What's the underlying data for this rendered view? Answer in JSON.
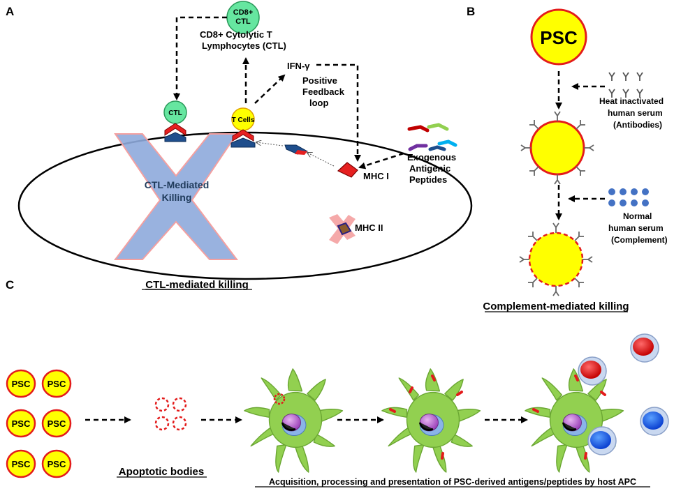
{
  "panels": {
    "a": "A",
    "b": "B",
    "c": "C"
  },
  "panel_a": {
    "cd8_cell": [
      "CD8+",
      "CTL"
    ],
    "cd8_caption": [
      "CD8+ Cytolytic T",
      "Lymphocytes (CTL)"
    ],
    "ctl_cell": "CTL",
    "tcell_cell": "T Cells",
    "ifn": "IFN-γ",
    "feedback": [
      "Positive",
      "Feedback",
      "loop"
    ],
    "exogenous": [
      "Exogenous",
      "Antigenic",
      "Peptides"
    ],
    "mhc1": "MHC I",
    "mhc2": "MHC II",
    "killing": [
      "CTL-Mediated",
      "Killing"
    ],
    "title": "CTL-mediated killing"
  },
  "panel_b": {
    "psc": "PSC",
    "heat_serum": [
      "Heat inactivated",
      "human serum",
      "(Antibodies)"
    ],
    "normal_serum": [
      "Normal",
      "human serum",
      "(Complement)"
    ],
    "title": "Complement-mediated killing"
  },
  "panel_c": {
    "psc_label": "PSC",
    "apoptotic": "Apoptotic bodies",
    "acquisition": "Acquisition, processing and presentation of PSC-derived antigens/peptides by host APC"
  },
  "colors": {
    "psc_fill": "#ffff00",
    "psc_stroke": "#e31b1b",
    "cd8_fill": "#66e6a0",
    "apc_fill": "#92d050",
    "x_fill": "#8eaadb",
    "x_stroke": "#f4a0a0"
  }
}
